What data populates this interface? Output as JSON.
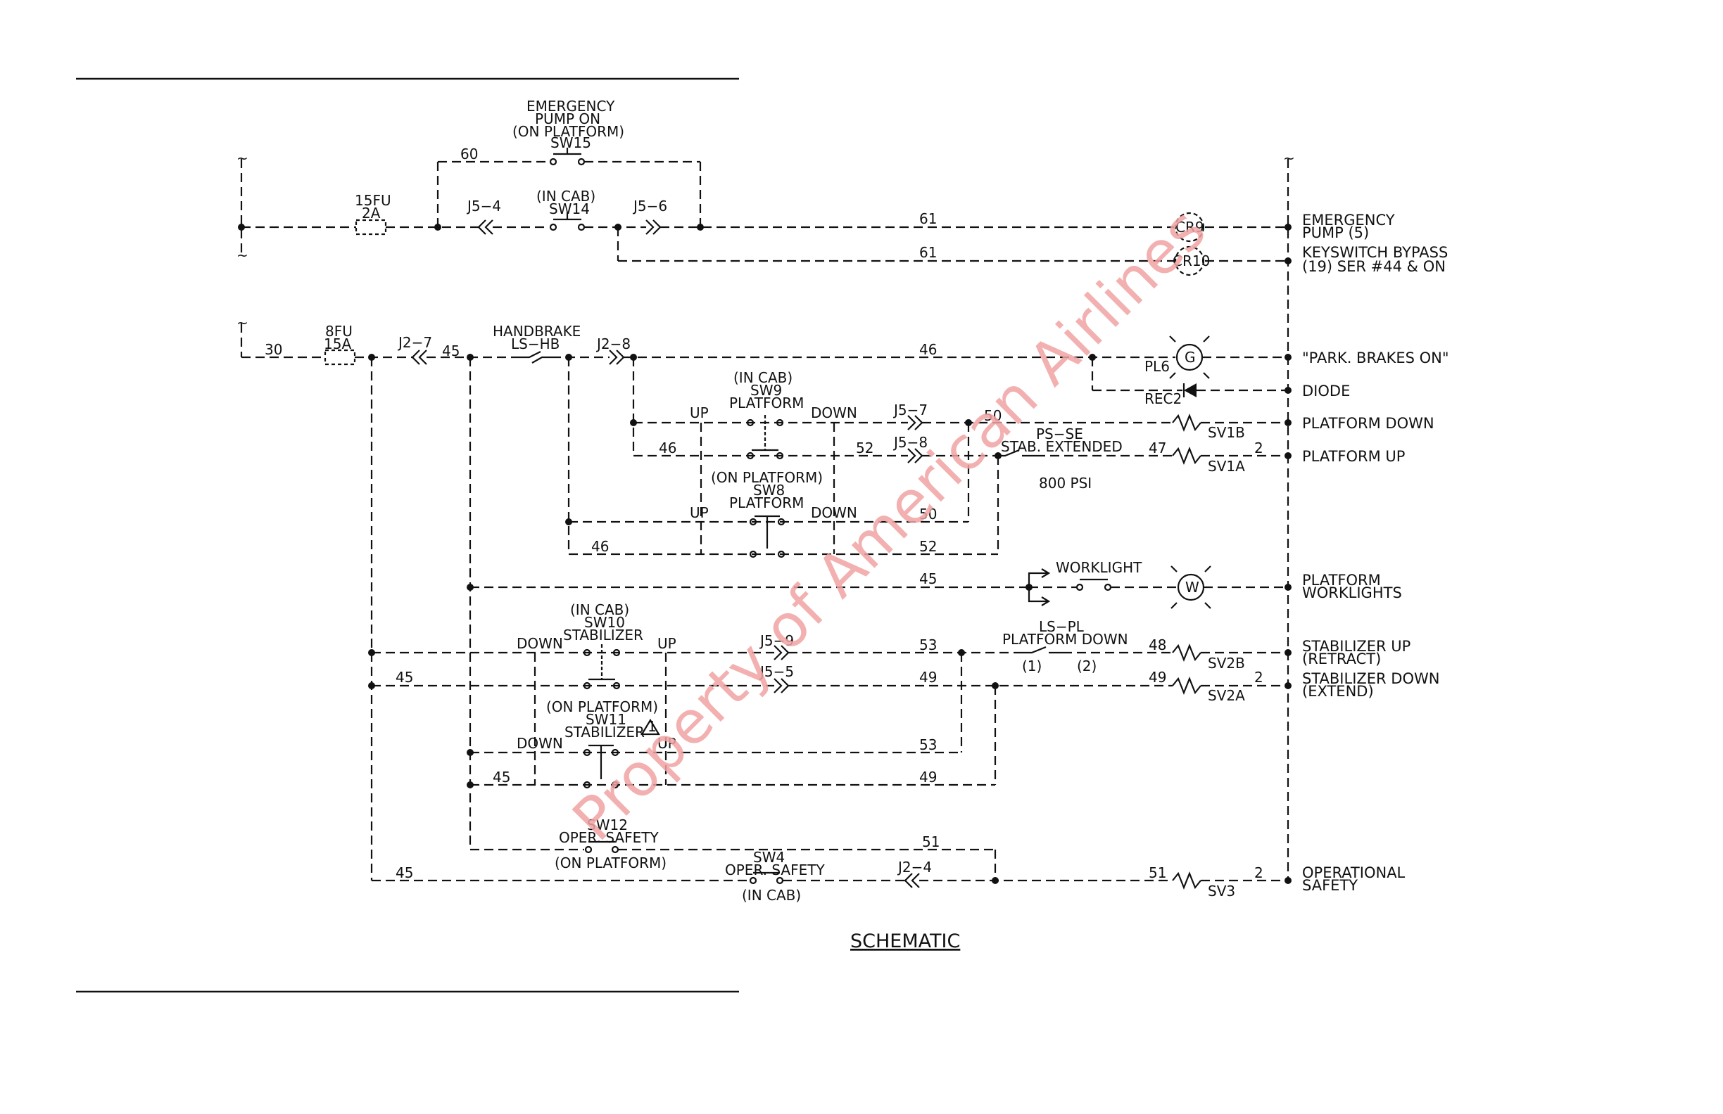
{
  "page": {
    "title": "SCHEMATIC",
    "watermark": "Property of American Airlines"
  },
  "labels": {
    "emergency_pump_on": "EMERGENCY",
    "emergency_pump_on_2": "PUMP ON",
    "on_platform_1": "(ON PLATFORM)",
    "sw15": "SW15",
    "w60": "60",
    "fu15": "15FU",
    "fu15_rating": "2A",
    "j5_4": "J5−4",
    "in_cab_1": "(IN CAB)",
    "sw14": "SW14",
    "j5_6": "J5−6",
    "w61a": "61",
    "w61b": "61",
    "cr9": "CR9",
    "cr10": "CR10",
    "fu8": "8FU",
    "fu8_rating": "15A",
    "w30": "30",
    "j2_7": "J2−7",
    "w45a": "45",
    "handbrake": "HANDBRAKE",
    "ls_hb": "LS−HB",
    "j2_8": "J2−8",
    "w46a": "46",
    "pl6": "PL6",
    "g": "G",
    "rec2": "REC2",
    "in_cab_2": "(IN CAB)",
    "sw9": "SW9",
    "platform_1": "PLATFORM",
    "up_1": "UP",
    "down_1": "DOWN",
    "j5_7": "J5−7",
    "w50a": "50",
    "ps_se": "PS−SE",
    "stab_extended": "STAB. EXTENDED",
    "psi": "800 PSI",
    "w46b": "46",
    "w52a": "52",
    "j5_8": "J5−8",
    "w47": "47",
    "sv1b": "SV1B",
    "sv1a": "SV1A",
    "w2a": "2",
    "on_platform_2": "(ON PLATFORM)",
    "sw8": "SW8",
    "platform_2": "PLATFORM",
    "up_2": "UP",
    "down_2": "DOWN",
    "w50b": "50",
    "w46c": "46",
    "w52b": "52",
    "w45b": "45",
    "worklight": "WORKLIGHT",
    "wl": "W",
    "in_cab_3": "(IN CAB)",
    "sw10": "SW10",
    "stabilizer_1": "STABILIZER",
    "down_3": "DOWN",
    "up_3": "UP",
    "j5_9": "J5−9",
    "w53a": "53",
    "ls_pl": "LS−PL",
    "platform_down_sw": "PLATFORM DOWN",
    "pin1": "(1)",
    "pin2": "(2)",
    "w48": "48",
    "sv2b": "SV2B",
    "w45c": "45",
    "j5_5": "J5−5",
    "w49a": "49",
    "w49b": "49",
    "sv2a": "SV2A",
    "w2b": "2",
    "on_platform_3": "(ON PLATFORM)",
    "sw11": "SW11",
    "stabilizer_2": "STABILIZER",
    "note_1": "1",
    "down_4": "DOWN",
    "up_4": "UP",
    "w53b": "53",
    "w45d": "45",
    "w49c": "49",
    "sw12": "SW12",
    "oper_safety_1": "OPER. SAFETY",
    "on_platform_4": "(ON PLATFORM)",
    "w51a": "51",
    "sw4": "SW4",
    "oper_safety_2": "OPER. SAFETY",
    "in_cab_4": "(IN CAB)",
    "j2_4": "J2−4",
    "w45e": "45",
    "w51b": "51",
    "sv3": "SV3",
    "w2c": "2"
  },
  "outputs": [
    "EMERGENCY",
    "PUMP (5)",
    "KEYSWITCH BYPASS",
    "(19) SER #44 & ON",
    "\"PARK. BRAKES ON\"",
    "DIODE",
    "PLATFORM DOWN",
    "PLATFORM UP",
    "PLATFORM",
    "WORKLIGHTS",
    "STABILIZER UP",
    "(RETRACT)",
    "STABILIZER DOWN",
    "(EXTEND)",
    "OPERATIONAL",
    "SAFETY"
  ],
  "colors": {
    "line": "#111111",
    "watermark": "#f2a3a3"
  }
}
